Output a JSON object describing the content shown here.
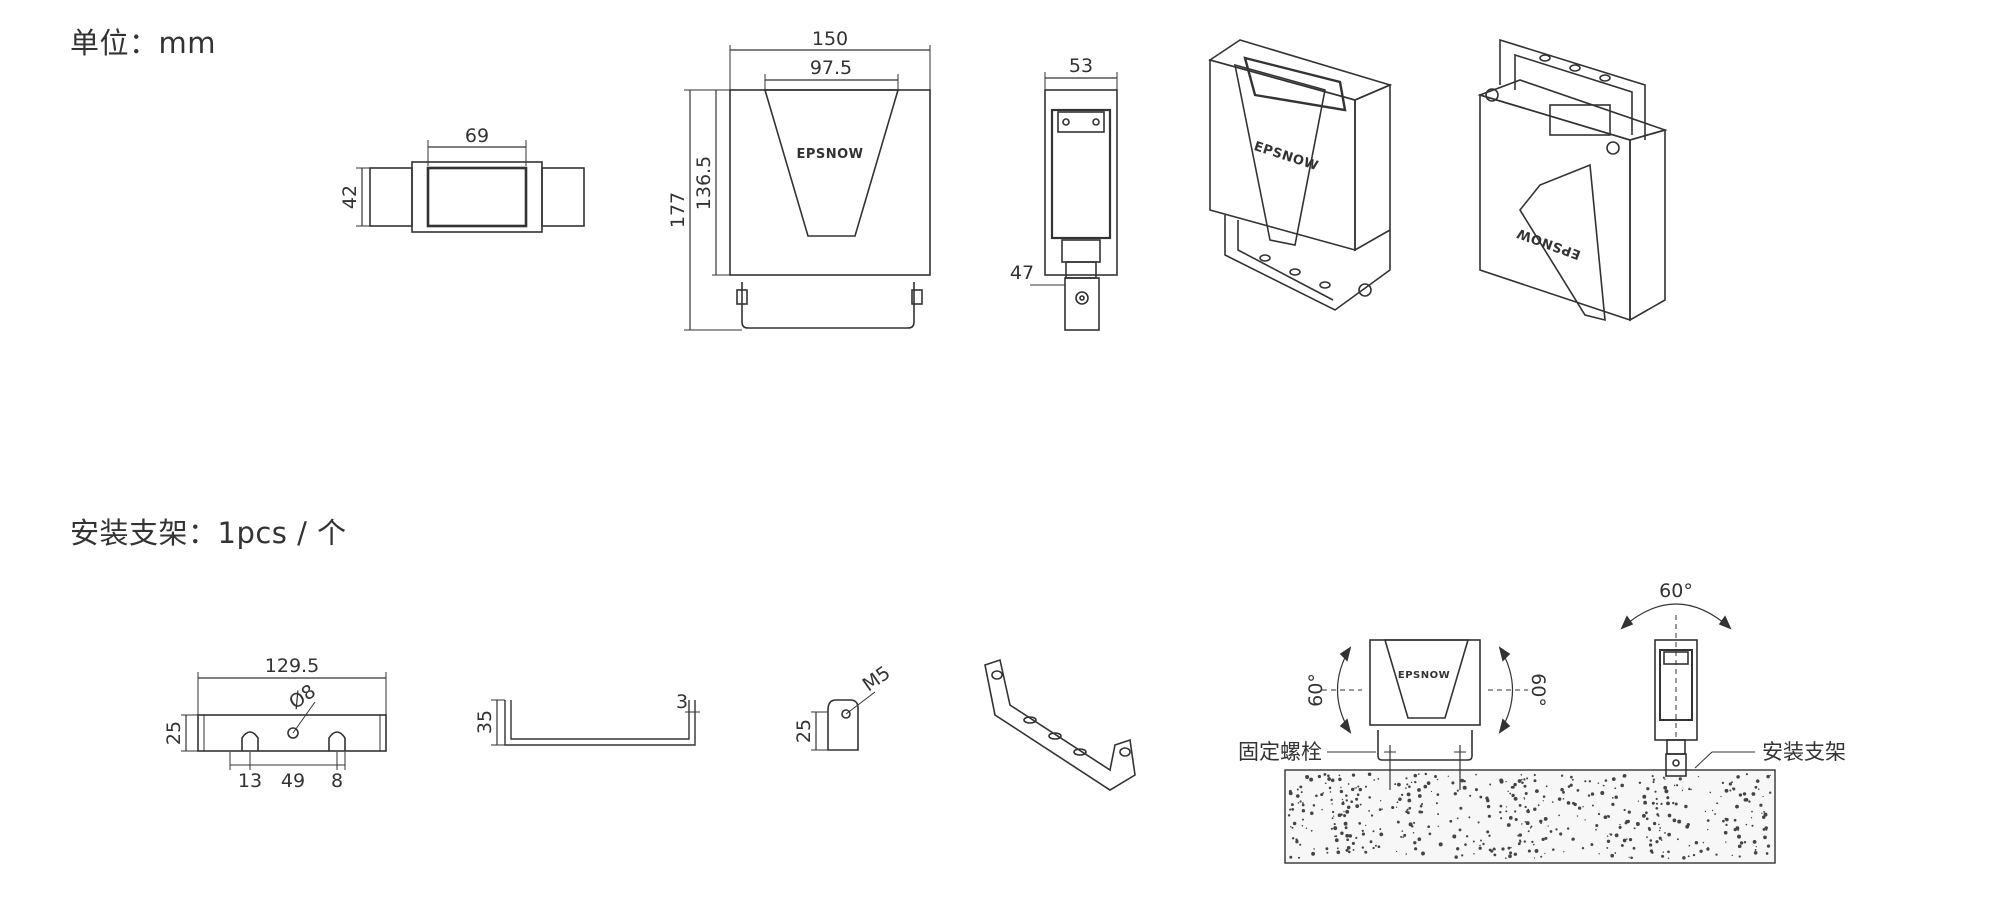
{
  "headings": {
    "unit": "单位：mm",
    "bracket": "安装支架：1pcs / 个"
  },
  "brand": "EPSNOW",
  "dimensions": {
    "top_view_width": "69",
    "top_view_height": "42",
    "front_width": "150",
    "front_inner_width": "97.5",
    "front_total_height": "177",
    "front_body_height": "136.5",
    "side_width": "53",
    "side_bracket_height": "47",
    "bracket_length": "129.5",
    "bracket_height": "25",
    "bracket_hole": "Ø8",
    "bracket_slot_1": "13",
    "bracket_slot_spacing": "49",
    "bracket_slot_2": "8",
    "bracket_side_height": "35",
    "bracket_thickness": "3",
    "end_height": "25",
    "screw": "M5"
  },
  "installation": {
    "tilt_left": "60°",
    "tilt_right": "60°",
    "rotate_top": "60°",
    "bolt_label": "固定螺栓",
    "bracket_label": "安装支架"
  },
  "colors": {
    "line": "#333333",
    "ground_fill": "#f7f7f7",
    "speckle": "#444444"
  }
}
